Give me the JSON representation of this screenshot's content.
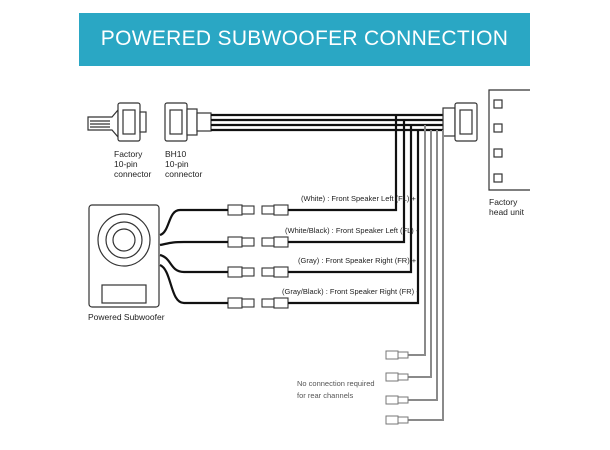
{
  "title": "POWERED SUBWOOFER CONNECTION",
  "labels": {
    "factory_connector": [
      "Factory",
      "10-pin",
      "connector"
    ],
    "bh10_connector": [
      "BH10",
      "10-pin",
      "connector"
    ],
    "head_unit": [
      "Factory",
      "head unit"
    ],
    "subwoofer": "Powered Subwoofer",
    "rear_note": [
      "No connection required",
      "for rear channels"
    ]
  },
  "wires": [
    {
      "label": "(White) : Front Speaker Left (FL) +",
      "color": "#111111"
    },
    {
      "label": "(White/Black) : Front Speaker Left (FL) -",
      "color": "#111111"
    },
    {
      "label": "(Gray) : Front Speaker Right (FR) +",
      "color": "#111111"
    },
    {
      "label": "(Gray/Black) : Front Speaker Right (FR) -",
      "color": "#111111"
    }
  ],
  "colors": {
    "banner": "#2aa7c4",
    "wire_front": "#111111",
    "wire_rear": "#8a8a8a",
    "outline": "#333333"
  },
  "icons": [
    "connector-plug-icon",
    "connector-socket-icon",
    "speaker-cone-icon",
    "pin-slot-icon"
  ]
}
